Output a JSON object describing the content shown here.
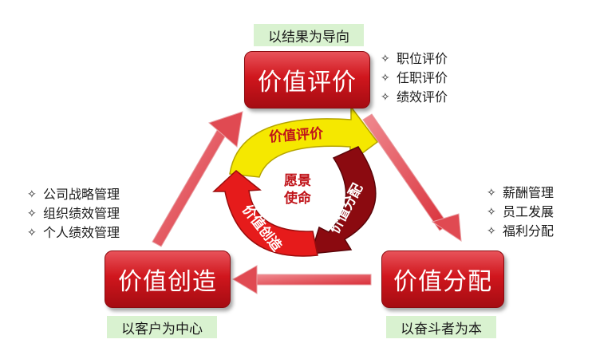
{
  "top": {
    "box_label": "价值评价",
    "tag": "以结果为导向",
    "items": [
      "职位评价",
      "任职评价",
      "绩效评价"
    ]
  },
  "right": {
    "box_label": "价值分配",
    "tag": "以奋斗者为本",
    "items": [
      "薪酬管理",
      "员工发展",
      "福利分配"
    ]
  },
  "left": {
    "box_label": "价值创造",
    "tag": "以客户为中心",
    "items": [
      "公司战略管理",
      "组织绩效管理",
      "个人绩效管理"
    ]
  },
  "cycle": {
    "center_line1": "愿景",
    "center_line2": "使命",
    "yellow_label": "价值评价",
    "darkred_label": "价值分配",
    "red_label": "价值创造"
  },
  "colors": {
    "box_red": "#d0161d",
    "arrow_red": "#d9303a",
    "tag_green": "#d9f2d0",
    "cycle_yellow": "#f5e800",
    "cycle_darkred": "#8b0a10",
    "cycle_red": "#e61b1b"
  },
  "icons": {
    "bullet": "diamond-star-icon"
  }
}
